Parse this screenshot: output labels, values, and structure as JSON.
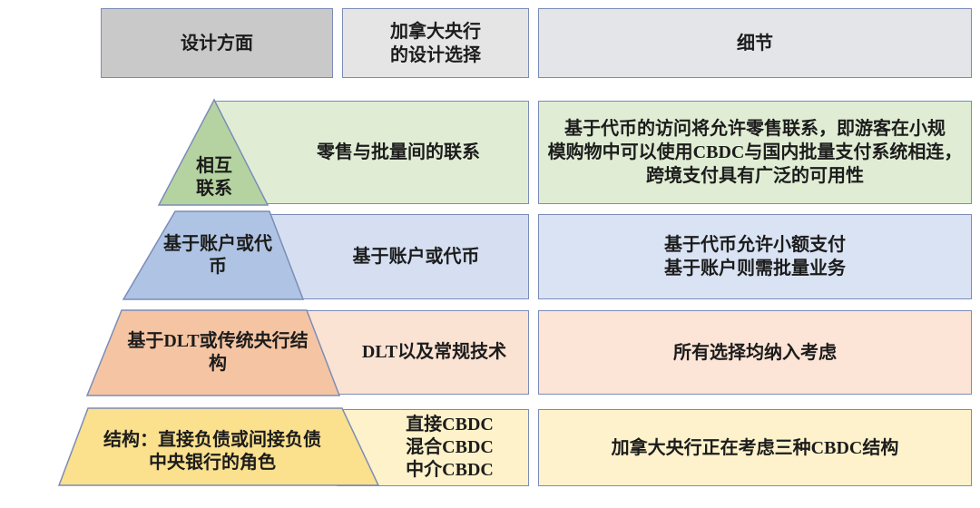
{
  "colors": {
    "border": "#7b8cb8",
    "header_dark": "#cac9c9",
    "header_light": "#e6e5e5",
    "header_detail": "#e4e5e9",
    "green_dark": "#b5d3a0",
    "green_light": "#e0edd4",
    "blue_dark": "#afc4e4",
    "blue_mid": "#d5dff1",
    "blue_light": "#dae3f3",
    "orange_dark": "#f5c5a3",
    "orange_mid": "#fbe3d3",
    "orange_light": "#fce4d6",
    "yellow_dark": "#fbe08d",
    "yellow_mid": "#fdf2c9",
    "yellow_light": "#fef2cc",
    "text": "#1c1c1c"
  },
  "header": {
    "aspect_label": "设计方面",
    "choice_label": "加拿大央行\n的设计选择",
    "detail_label": "细节"
  },
  "rows": [
    {
      "aspect": "相互\n联系",
      "choice": "零售与批量间的联系",
      "detail": "基于代币的访问将允许零售联系，即游客在小规\n模购物中可以使用CBDC与国内批量支付系统相连，\n跨境支付具有广泛的可用性"
    },
    {
      "aspect": "基于账户或代\n币",
      "choice": "基于账户或代币",
      "detail": "基于代币允许小额支付\n基于账户则需批量业务"
    },
    {
      "aspect": "基于DLT或传统央行结\n构",
      "choice": "DLT以及常规技术",
      "detail": "所有选择均纳入考虑"
    },
    {
      "aspect": "结构：直接负债或间接负债\n中央银行的角色",
      "choice": "直接CBDC\n混合CBDC\n中介CBDC",
      "detail": "加拿大央行正在考虑三种CBDC结构"
    }
  ]
}
